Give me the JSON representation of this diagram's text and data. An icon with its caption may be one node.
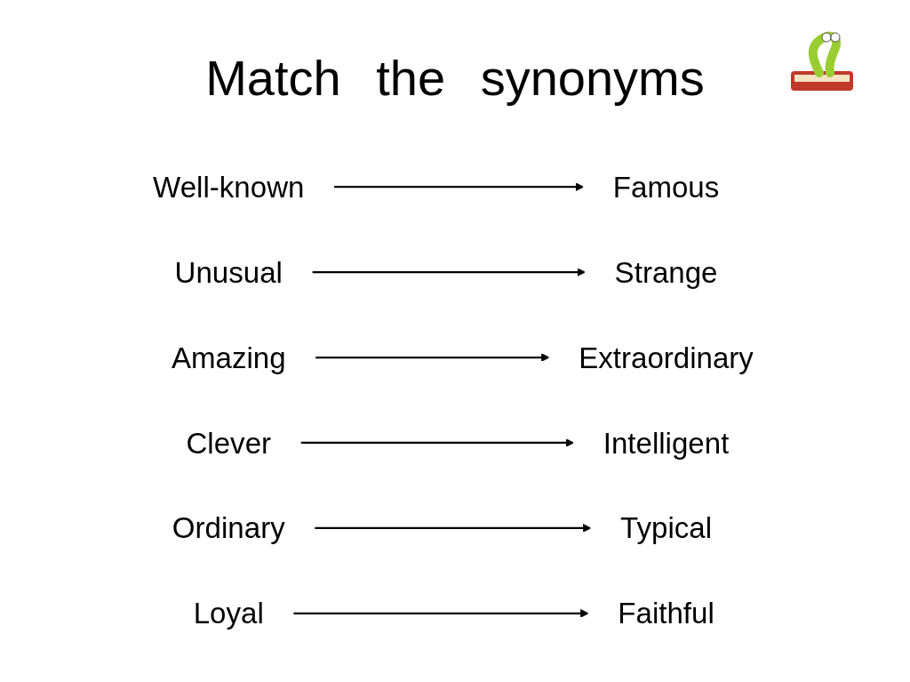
{
  "diagram": {
    "title": "Match the synonyms",
    "nodes": [
      {
        "text": [
          "Well-known"
        ]
      },
      {
        "text": [
          "Unusual"
        ]
      },
      {
        "text": [
          "Amazing"
        ]
      },
      {
        "text": [
          "Clever"
        ]
      },
      {
        "text": [
          "Ordinary"
        ]
      },
      {
        "text": [
          "Loyal"
        ]
      },
      {
        "text": [
          "Intelligent"
        ]
      },
      {
        "text": [
          "Faithful"
        ]
      },
      {
        "text": [
          "Famous"
        ]
      },
      {
        "text": [
          "Extraordinary"
        ]
      },
      {
        "text": [
          "Strange"
        ]
      },
      {
        "text": [
          "Typical"
        ]
      }
    ],
    "edges": [
      {
        "from": 0,
        "to": 8,
        "arrow": "to"
      },
      {
        "from": 1,
        "to": 10,
        "arrow": "to"
      },
      {
        "from": 2,
        "to": 9,
        "arrow": "to"
      },
      {
        "from": 3,
        "to": 6,
        "arrow": "to"
      },
      {
        "from": 4,
        "to": 11,
        "arrow": "to"
      },
      {
        "from": 5,
        "to": 7,
        "arrow": "to"
      }
    ]
  }
}
